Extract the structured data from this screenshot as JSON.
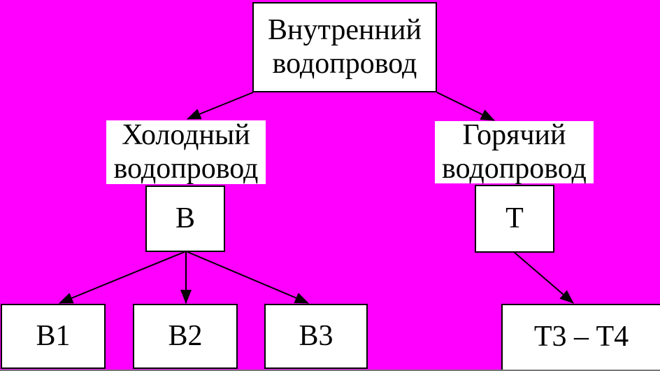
{
  "canvas": {
    "background_color": "#FF00FF",
    "node_fill_color": "#FFFFFF",
    "line_color": "#000000"
  },
  "diagram": {
    "type": "hierarchy-tree",
    "nodes": {
      "root": {
        "label": "Внутренний водопровод"
      },
      "cold": {
        "label": "Холодный водопровод"
      },
      "hot": {
        "label": "Горячий водопровод"
      },
      "b": {
        "label": "В"
      },
      "t": {
        "label": "Т"
      },
      "b1": {
        "label": "В1"
      },
      "b2": {
        "label": "В2"
      },
      "b3": {
        "label": "В3"
      },
      "t34": {
        "label": "Т3 – Т4"
      }
    },
    "edges": [
      {
        "from": "root",
        "to": "cold"
      },
      {
        "from": "root",
        "to": "hot"
      },
      {
        "from": "b",
        "to": "b1"
      },
      {
        "from": "b",
        "to": "b2"
      },
      {
        "from": "b",
        "to": "b3"
      },
      {
        "from": "t",
        "to": "t34"
      }
    ]
  }
}
